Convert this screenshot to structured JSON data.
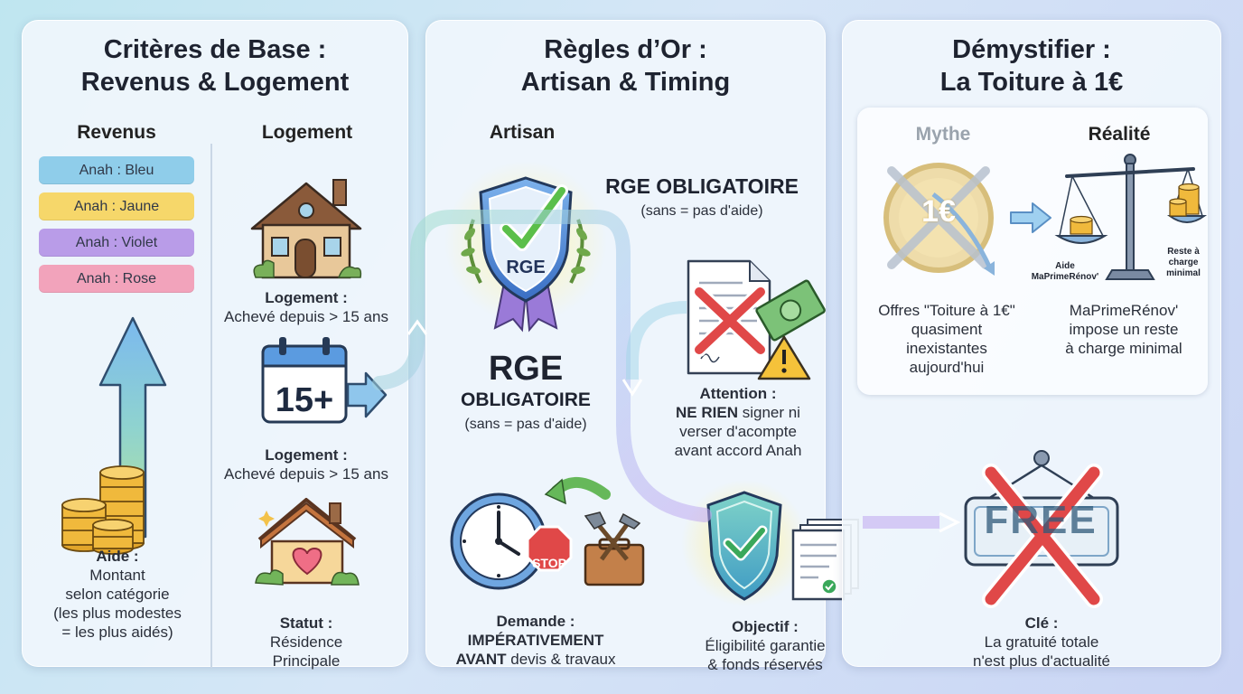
{
  "panel1": {
    "title_line1": "Critères de Base :",
    "title_line2": "Revenus & Logement",
    "revenus_heading": "Revenus",
    "logement_heading": "Logement",
    "categories": [
      {
        "label": "Anah : Bleu",
        "color": "#8fcdea"
      },
      {
        "label": "Anah : Jaune",
        "color": "#f6d76a"
      },
      {
        "label": "Anah : Violet",
        "color": "#b99ce8"
      },
      {
        "label": "Anah : Rose",
        "color": "#f2a3bb"
      }
    ],
    "aide_title": "Aide :",
    "aide_lines": [
      "Montant",
      "selon catégorie",
      "(les plus modestes",
      "= les plus aidés)"
    ],
    "calendar_text": "15+",
    "logement1_title": "Logement :",
    "logement1_text": "Achevé depuis > 15 ans",
    "logement2_title": "Logement :",
    "logement2_text": "Achevé depuis > 15 ans",
    "statut_title": "Statut :",
    "statut_lines": [
      "Résidence",
      "Principale"
    ]
  },
  "panel2": {
    "title_line1": "Règles d’Or :",
    "title_line2": "Artisan & Timing",
    "artisan_heading": "Artisan",
    "badge_text": "RGE",
    "rge_obligatoire": "RGE OBLIGATOIRE",
    "rge_sub": "(sans = pas d'aide)",
    "rge_big": "RGE",
    "obligatoire": "OBLIGATOIRE",
    "rge_sub2": "(sans = pas d'aide)",
    "attention_title": "Attention :",
    "attention_bold": "NE RIEN",
    "attention_rest1": " signer ni",
    "attention_line2": "verser d'acompte",
    "attention_line3": "avant accord Anah",
    "stop_text": "STOP",
    "demande_title": "Demande :",
    "demande_bold1": "IMPÉRATIVEMENT",
    "demande_bold2": "AVANT",
    "demande_rest": " devis & travaux",
    "objectif_title": "Objectif :",
    "objectif_lines": [
      "Éligibilité garantie",
      "& fonds réservés"
    ]
  },
  "panel3": {
    "title_line1": "Démystifier :",
    "title_line2": "La Toiture à 1€",
    "mythe_heading": "Mythe",
    "realite_heading": "Réalité",
    "coin_text": "1€",
    "aide_label_line1": "Aide",
    "aide_label_line2": "MaPrimeRénov'",
    "reste_label": [
      "Reste à",
      "charge",
      "minimal"
    ],
    "mythe_lines": [
      "Offres \"Toiture à 1€\"",
      "quasiment",
      "inexistantes",
      "aujourd'hui"
    ],
    "realite_lines": [
      "MaPrimeRénov'",
      "impose un reste",
      "à charge minimal"
    ],
    "free_text": "FREE",
    "cle_title": "Clé :",
    "cle_lines": [
      "La gratuité totale",
      "n'est plus d'actualité"
    ]
  }
}
